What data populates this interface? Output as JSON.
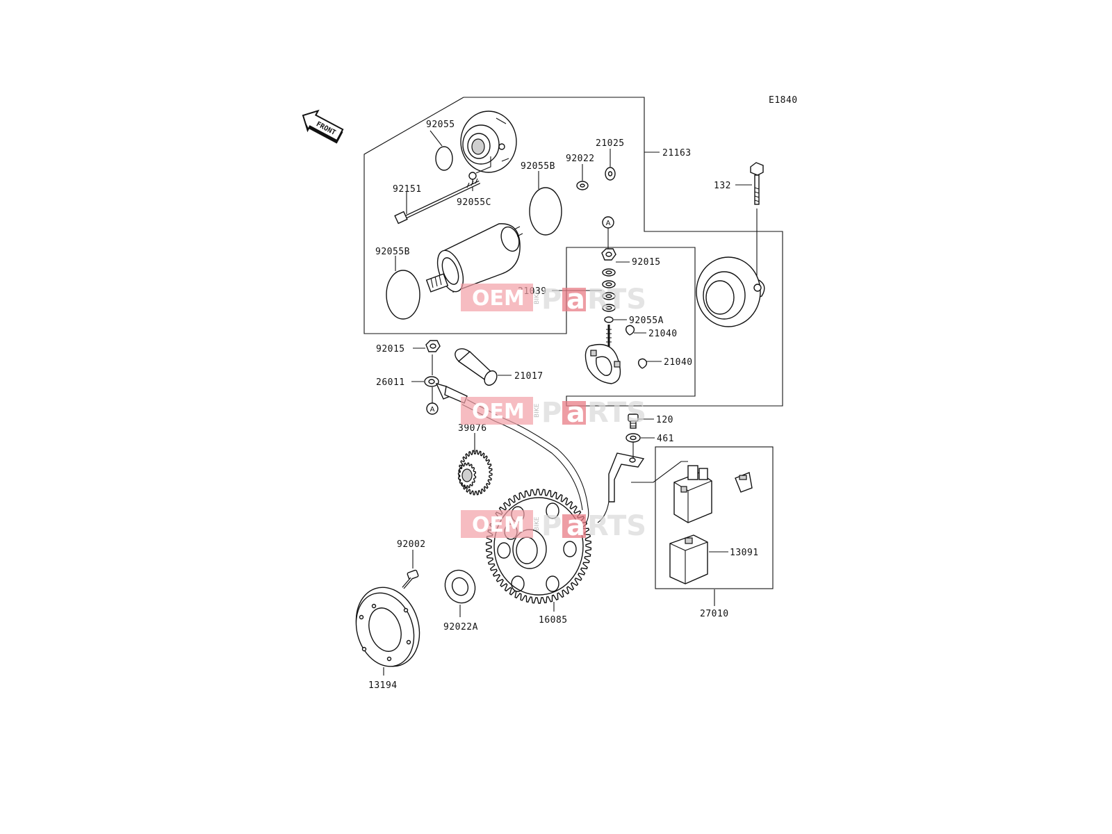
{
  "diagram": {
    "code": "E1840",
    "front_label": "FRONT",
    "ref_a": "A",
    "watermark": {
      "oem": "OEM",
      "bike": "BIKE",
      "p": "P",
      "a": "a",
      "rts": "RTS"
    },
    "part_labels": {
      "p92055": "92055",
      "p92151": "92151",
      "p92055c": "92055C",
      "p92055b_top": "92055B",
      "p92022": "92022",
      "p21025": "21025",
      "p21163": "21163",
      "p132": "132",
      "p92055b_left": "92055B",
      "p92015_top": "92015",
      "p21039": "21039",
      "p92055a": "92055A",
      "p21040_a": "21040",
      "p21040_b": "21040",
      "p92015_left": "92015",
      "p21017": "21017",
      "p26011": "26011",
      "p120": "120",
      "p461": "461",
      "p39076": "39076",
      "p13091": "13091",
      "p27010": "27010",
      "p92002": "92002",
      "p92022a": "92022A",
      "p16085": "16085",
      "p13194": "13194"
    }
  }
}
